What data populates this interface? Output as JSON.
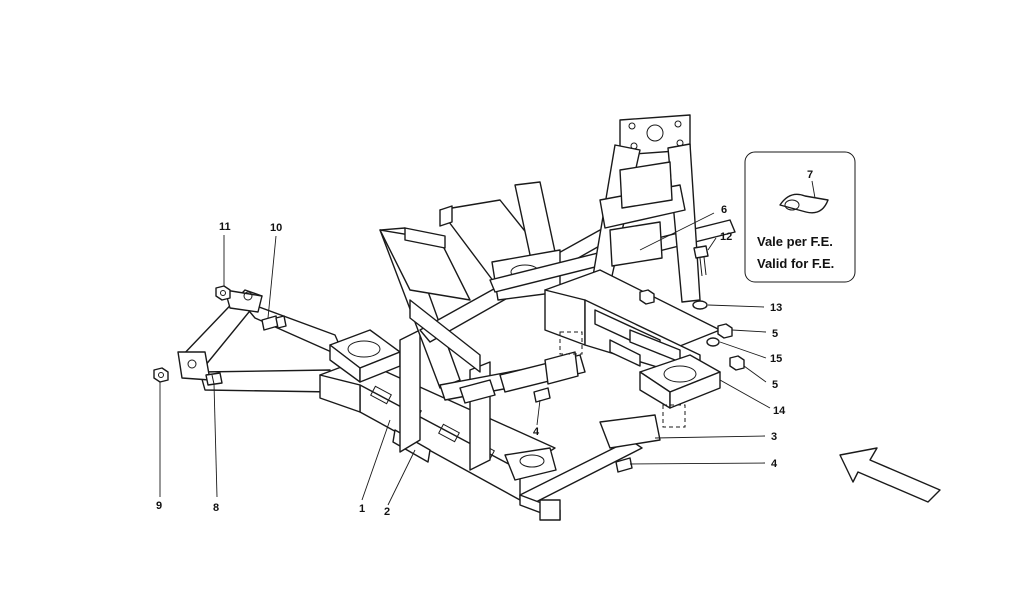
{
  "callouts": [
    {
      "id": "c1",
      "label": "1"
    },
    {
      "id": "c2",
      "label": "2"
    },
    {
      "id": "c3",
      "label": "3"
    },
    {
      "id": "c4a",
      "label": "4"
    },
    {
      "id": "c4b",
      "label": "4"
    },
    {
      "id": "c5a",
      "label": "5"
    },
    {
      "id": "c5b",
      "label": "5"
    },
    {
      "id": "c6",
      "label": "6"
    },
    {
      "id": "c8",
      "label": "8"
    },
    {
      "id": "c9",
      "label": "9"
    },
    {
      "id": "c10",
      "label": "10"
    },
    {
      "id": "c11",
      "label": "11"
    },
    {
      "id": "c12",
      "label": "12"
    },
    {
      "id": "c13",
      "label": "13"
    },
    {
      "id": "c14",
      "label": "14"
    },
    {
      "id": "c15",
      "label": "15"
    }
  ],
  "inset": {
    "part_label": "7",
    "line1": "Vale per F.E.",
    "line2": "Valid for F.E."
  }
}
